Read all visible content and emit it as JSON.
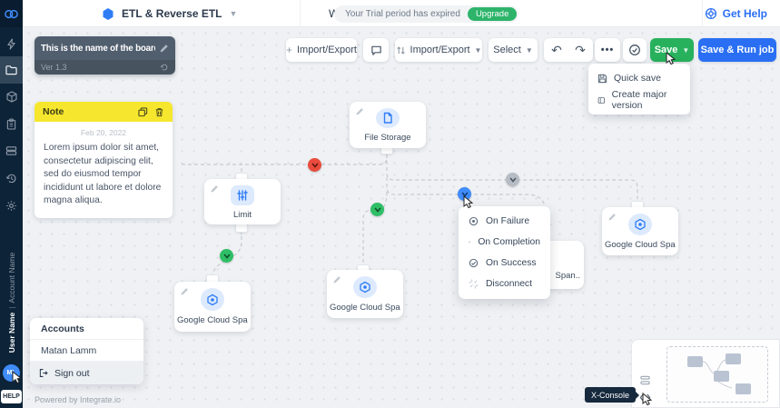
{
  "app": {
    "product_label": "ETL & Reverse ETL",
    "welcome": "Welcome, Matan!",
    "trial_message": "Your Trial period has expired",
    "upgrade_label": "Upgrade",
    "get_help_label": "Get Help"
  },
  "sidebar": {
    "user_name": "User Name",
    "separator": "|",
    "account_name": "Account Name",
    "avatar_initials": "ML",
    "help_label": "HELP"
  },
  "board": {
    "name": "This is the name of the board",
    "version": "Ver 1.3"
  },
  "toolbar": {
    "import_export_new": "Import/Export",
    "import_export_menu": "Import/Export",
    "select_label": "Select",
    "save_label": "Save",
    "save_and_run_label": "Save & Run job"
  },
  "save_menu": {
    "quick_save": "Quick save",
    "create_major_version": "Create major version"
  },
  "note": {
    "title": "Note",
    "date": "Feb 20, 2022",
    "body": "Lorem ipsum dolor sit amet, consectetur adipiscing elit, sed do eiusmod tempor incididunt ut labore et dolore magna aliqua."
  },
  "nodes": [
    {
      "label": "File Storage"
    },
    {
      "label": "Limit"
    },
    {
      "label": "Google Cloud Span.."
    },
    {
      "label": "Google Cloud Span.."
    },
    {
      "label": "Google Cloud Span.."
    },
    {
      "label": "Span.."
    }
  ],
  "context_menu": {
    "on_failure": "On Failure",
    "on_completion": "On Completion",
    "on_success": "On Success",
    "disconnect": "Disconnect"
  },
  "accounts": {
    "title": "Accounts",
    "user": "Matan Lamm",
    "sign_out": "Sign out"
  },
  "footer": {
    "powered_by": "Powered by Integrate.io",
    "console_tooltip": "X-Console"
  },
  "colors": {
    "sidebar_navy": "#0d2338",
    "accent_green": "#27b15c",
    "accent_blue": "#2a6ff3",
    "note_yellow": "#f6e72e",
    "dot_red": "#e94b3c",
    "dot_green": "#2fbe66",
    "dot_blue": "#3f8cfa",
    "dot_gray": "#b6bcc4"
  }
}
